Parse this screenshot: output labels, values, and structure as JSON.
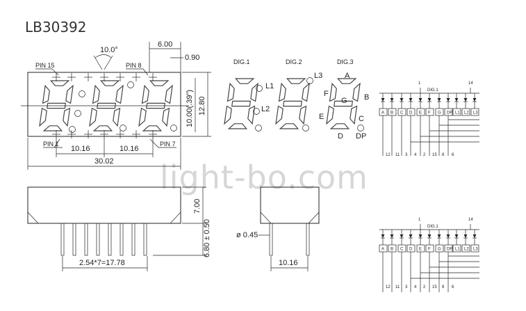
{
  "title": "LB30392",
  "watermark": "light-bo.com",
  "front": {
    "angle": "10.0°",
    "pitch_top": "6.00",
    "seg_w": "0.90",
    "pin15": "PIN 15",
    "pin8": "PIN 8",
    "pin1": "PIN 1",
    "pin7": "PIN 7",
    "digit_h": "10.00(.39\")",
    "height": "12.80",
    "pitch1": "10.16",
    "pitch2": "10.16",
    "width": "30.02"
  },
  "seg_map": {
    "dig1": "DIG.1",
    "dig2": "DIG.2",
    "dig3": "DIG.3",
    "l1": "L1",
    "l2": "L2",
    "l3": "L3",
    "a": "A",
    "b": "B",
    "c": "C",
    "d": "D",
    "e": "E",
    "f": "F",
    "g": "G",
    "dp": "DP"
  },
  "side": {
    "body_h": "7.00",
    "pin_len": "6.80 ± 0.50",
    "pin_pitch": "2.54*7=17.78",
    "pin_dia": "ø 0.45",
    "depth": "10.16"
  },
  "circuit_top": {
    "dig": "DIG.1",
    "pin1": "1",
    "pin14": "14",
    "cols": [
      "A",
      "B",
      "C",
      "D",
      "E",
      "F",
      "G",
      "DP",
      "L1",
      "L2",
      "L3"
    ],
    "pins": [
      "12",
      "11",
      "3",
      "4",
      "2",
      "15",
      "8",
      "6"
    ]
  },
  "circuit_bottom": {
    "dig": "DIG.1",
    "pin1": "1",
    "pin14": "14",
    "cols": [
      "A",
      "B",
      "C",
      "D",
      "E",
      "F",
      "G",
      "DP",
      "L1",
      "L2",
      "L3"
    ],
    "pins": [
      "12",
      "11",
      "3",
      "4",
      "2",
      "15",
      "8",
      "6"
    ]
  }
}
